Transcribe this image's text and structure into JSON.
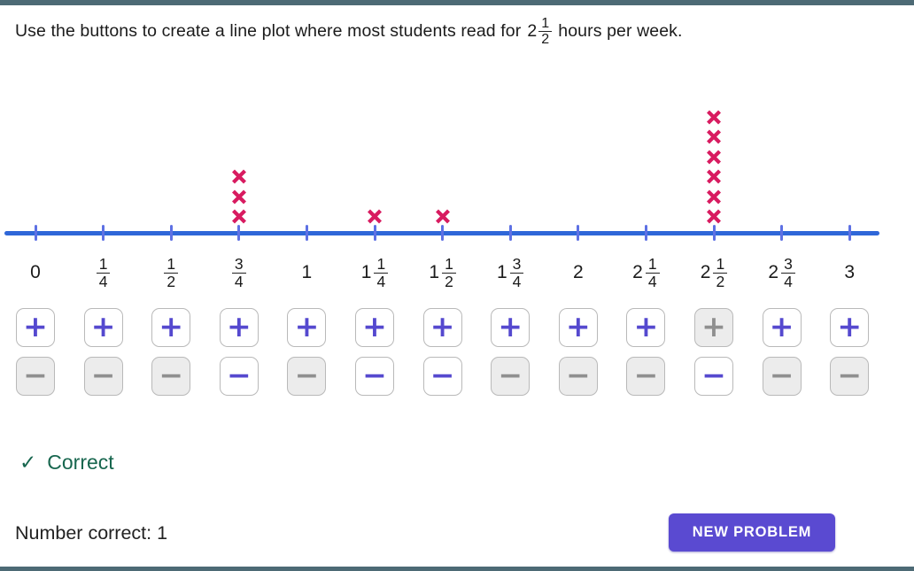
{
  "title": {
    "prefix": "Use the buttons to create a line plot where most students read for",
    "mixed_number": {
      "whole": "2",
      "numerator": "1",
      "denominator": "2"
    },
    "suffix": "hours per week."
  },
  "chart_data": {
    "type": "line_plot",
    "categories": [
      "0",
      "1/4",
      "1/2",
      "3/4",
      "1",
      "1 1/4",
      "1 1/2",
      "1 3/4",
      "2",
      "2 1/4",
      "2 1/2",
      "2 3/4",
      "3"
    ],
    "values": [
      0,
      0,
      0,
      3,
      0,
      1,
      1,
      0,
      0,
      0,
      6,
      0,
      0
    ],
    "x_axis_range": [
      "0",
      "3"
    ],
    "marker": "x"
  },
  "number_line": {
    "positions": [
      {
        "value": "0",
        "label": {
          "whole": "0"
        },
        "count": 0,
        "plus_enabled": true,
        "minus_enabled": false
      },
      {
        "value": "1/4",
        "label": {
          "numerator": "1",
          "denominator": "4"
        },
        "count": 0,
        "plus_enabled": true,
        "minus_enabled": false
      },
      {
        "value": "1/2",
        "label": {
          "numerator": "1",
          "denominator": "2"
        },
        "count": 0,
        "plus_enabled": true,
        "minus_enabled": false
      },
      {
        "value": "3/4",
        "label": {
          "numerator": "3",
          "denominator": "4"
        },
        "count": 3,
        "plus_enabled": true,
        "minus_enabled": true
      },
      {
        "value": "1",
        "label": {
          "whole": "1"
        },
        "count": 0,
        "plus_enabled": true,
        "minus_enabled": false
      },
      {
        "value": "1 1/4",
        "label": {
          "whole": "1",
          "numerator": "1",
          "denominator": "4"
        },
        "count": 1,
        "plus_enabled": true,
        "minus_enabled": true
      },
      {
        "value": "1 1/2",
        "label": {
          "whole": "1",
          "numerator": "1",
          "denominator": "2"
        },
        "count": 1,
        "plus_enabled": true,
        "minus_enabled": true
      },
      {
        "value": "1 3/4",
        "label": {
          "whole": "1",
          "numerator": "3",
          "denominator": "4"
        },
        "count": 0,
        "plus_enabled": true,
        "minus_enabled": false
      },
      {
        "value": "2",
        "label": {
          "whole": "2"
        },
        "count": 0,
        "plus_enabled": true,
        "minus_enabled": false
      },
      {
        "value": "2 1/4",
        "label": {
          "whole": "2",
          "numerator": "1",
          "denominator": "4"
        },
        "count": 0,
        "plus_enabled": true,
        "minus_enabled": false
      },
      {
        "value": "2 1/2",
        "label": {
          "whole": "2",
          "numerator": "1",
          "denominator": "2"
        },
        "count": 6,
        "plus_enabled": false,
        "minus_enabled": true
      },
      {
        "value": "2 3/4",
        "label": {
          "whole": "2",
          "numerator": "3",
          "denominator": "4"
        },
        "count": 0,
        "plus_enabled": true,
        "minus_enabled": false
      },
      {
        "value": "3",
        "label": {
          "whole": "3"
        },
        "count": 0,
        "plus_enabled": true,
        "minus_enabled": false
      }
    ]
  },
  "buttons": {
    "plus_symbol": "+",
    "minus_symbol": "−"
  },
  "feedback": {
    "icon": "✓",
    "text": "Correct",
    "color": "#17664e"
  },
  "score": {
    "text": "Number correct: 1"
  },
  "new_problem": {
    "label": "NEW PROBLEM",
    "bg_color": "#5a4ad1"
  },
  "colors": {
    "top_bar": "#4d6a75",
    "bottom_bar": "#4d6a75",
    "axis_line": "#2f67d8",
    "tick": "#5e71e4",
    "x_mark": "#d81b60",
    "plus_minus_enabled": "#5549cf",
    "disabled_symbol": "#8f8f8f"
  }
}
